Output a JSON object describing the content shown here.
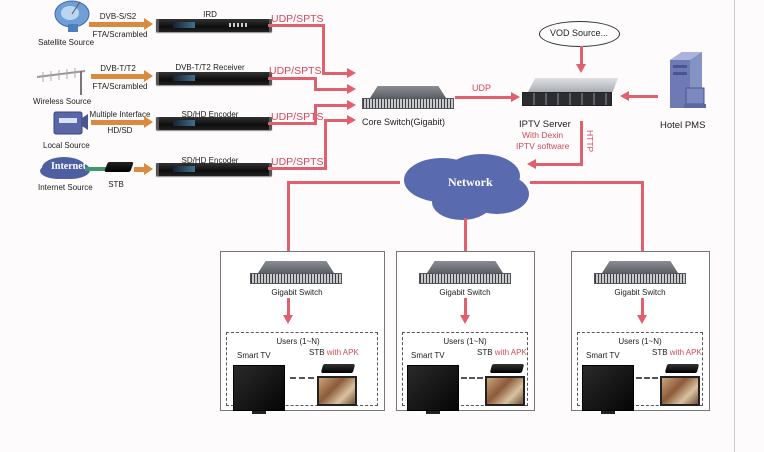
{
  "sources": [
    {
      "label": "Satellite Source",
      "signal_top": "DVB-S/S2",
      "signal_bottom": "FTA/Scrambled",
      "device": "IRD",
      "output": "UDP/SPTS"
    },
    {
      "label": "Wireless Source",
      "signal_top": "DVB-T/T2",
      "signal_bottom": "FTA/Scrambled",
      "device": "DVB-T/T2 Receiver",
      "output": "UDP/SPTS"
    },
    {
      "label": "Local Source",
      "signal_top": "Multiple Interface",
      "signal_bottom": "HD/SD",
      "device": "SD/HD Encoder",
      "output": "UDP/SPTS"
    },
    {
      "label": "Internet Source",
      "signal_top": "",
      "signal_bottom": "STB",
      "device": "SD/HD Encoder",
      "output": "UDP/SPTS",
      "cloud_label": "Internet"
    }
  ],
  "core_switch": {
    "label": "Core Switch(Gigabit)",
    "link_label": "UDP"
  },
  "iptv_server": {
    "label": "IPTV Server",
    "sub1": "With Dexin",
    "sub2": "IPTV software",
    "link_label": "HTTP"
  },
  "vod": {
    "label": "VOD Source..."
  },
  "hotel_pms": {
    "label": "Hotel PMS"
  },
  "network": {
    "label": "Network"
  },
  "groups": [
    {
      "switch_label": "Gigabit Switch",
      "users_label": "Users (1~N)",
      "tv_label": "Smart TV",
      "stb_label": "STB",
      "stb_suffix": "with APK"
    },
    {
      "switch_label": "Gigabit Switch",
      "users_label": "Users (1~N)",
      "tv_label": "Smart TV",
      "stb_label": "STB",
      "stb_suffix": "with APK"
    },
    {
      "switch_label": "Gigabit Switch",
      "users_label": "Users (1~N)",
      "tv_label": "Smart TV",
      "stb_label": "STB",
      "stb_suffix": "with APK"
    }
  ],
  "colors": {
    "link": "#e0606e",
    "input_arrow": "#d98a3e",
    "cloud": "#5a6aae",
    "label_red": "#d24b5a"
  }
}
